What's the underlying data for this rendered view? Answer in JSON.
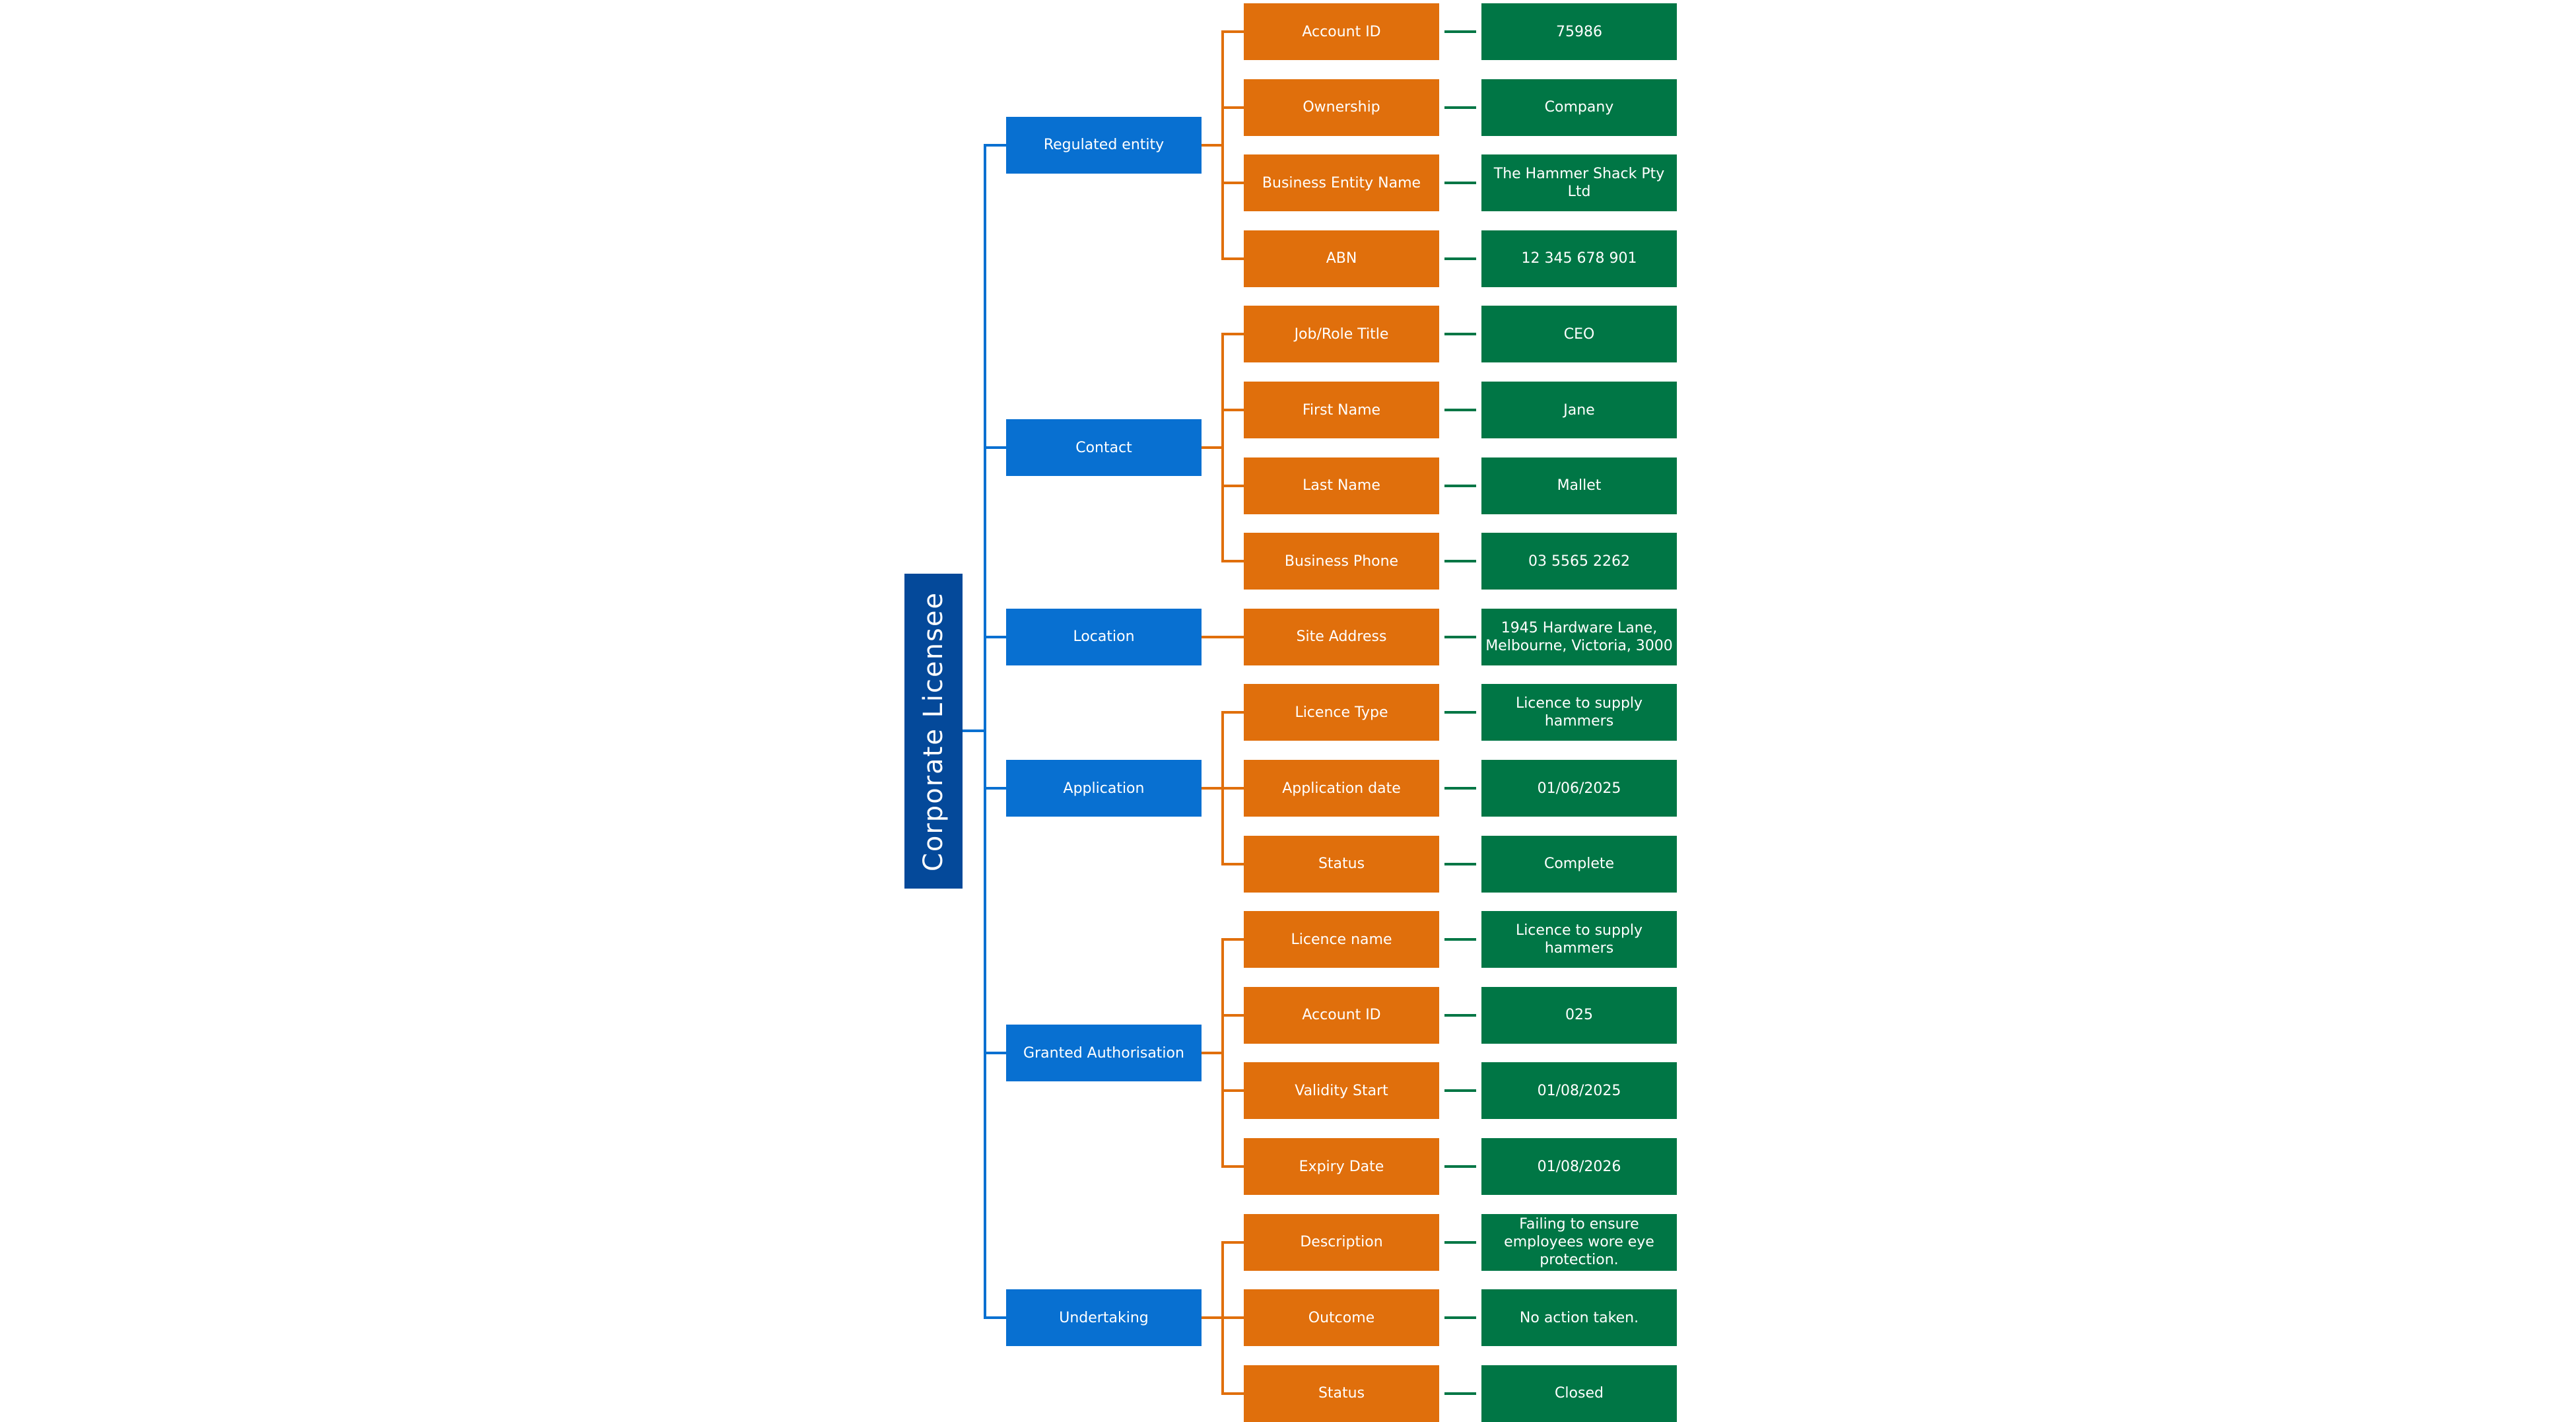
{
  "title": "Corporate Licensee",
  "colors": {
    "root": "#04499a",
    "category": "#0870d1",
    "field": "#e06f0c",
    "value": "#007645"
  },
  "categories": [
    {
      "label": "Regulated entity",
      "fields": [
        {
          "label": "Account ID",
          "value": "75986"
        },
        {
          "label": "Ownership",
          "value": "Company"
        },
        {
          "label": "Business Entity Name",
          "value": "The Hammer Shack Pty Ltd"
        },
        {
          "label": "ABN",
          "value": "12 345 678 901"
        }
      ]
    },
    {
      "label": "Contact",
      "fields": [
        {
          "label": "Job/Role Title",
          "value": "CEO"
        },
        {
          "label": "First Name",
          "value": "Jane"
        },
        {
          "label": "Last Name",
          "value": "Mallet"
        },
        {
          "label": "Business Phone",
          "value": "03 5565 2262"
        }
      ]
    },
    {
      "label": "Location",
      "fields": [
        {
          "label": "Site Address",
          "value": "1945 Hardware Lane, Melbourne, Victoria, 3000"
        }
      ]
    },
    {
      "label": "Application",
      "fields": [
        {
          "label": "Licence Type",
          "value": "Licence to supply hammers"
        },
        {
          "label": "Application date",
          "value": "01/06/2025"
        },
        {
          "label": "Status",
          "value": "Complete"
        }
      ]
    },
    {
      "label": "Granted Authorisation",
      "fields": [
        {
          "label": "Licence name",
          "value": "Licence to supply hammers"
        },
        {
          "label": "Account ID",
          "value": "025"
        },
        {
          "label": "Validity Start",
          "value": "01/08/2025"
        },
        {
          "label": "Expiry Date",
          "value": "01/08/2026"
        }
      ]
    },
    {
      "label": "Undertaking",
      "fields": [
        {
          "label": "Description",
          "value": "Failing to ensure employees wore eye protection."
        },
        {
          "label": "Outcome",
          "value": "No action taken."
        },
        {
          "label": "Status",
          "value": "Closed"
        }
      ]
    }
  ]
}
